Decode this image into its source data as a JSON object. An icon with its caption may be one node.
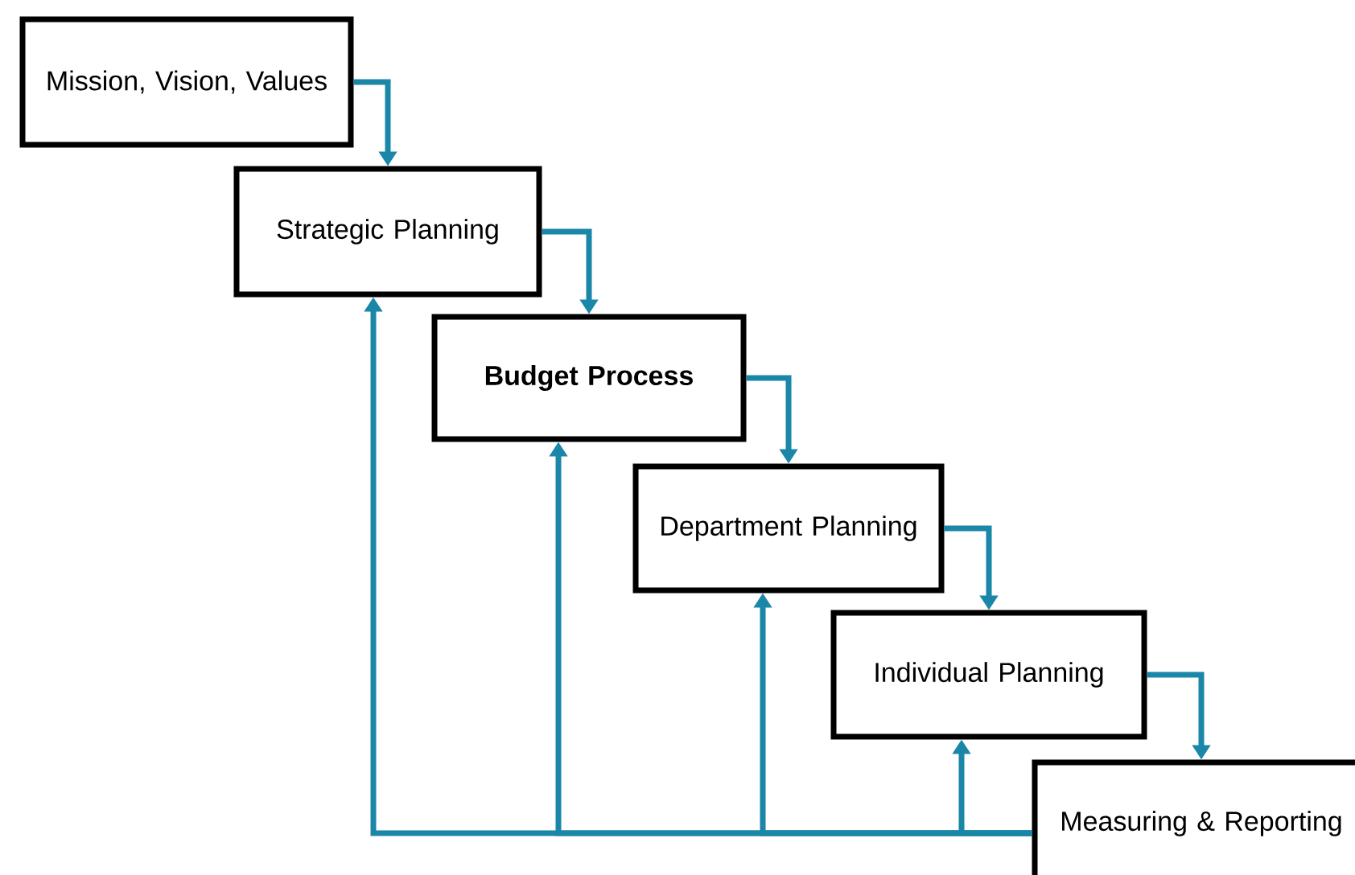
{
  "diagram": {
    "nodes": [
      {
        "text": [
          "Mission, Vision, Values"
        ]
      },
      {
        "text": [
          "Strategic Planning"
        ]
      },
      {
        "text": [
          "Budget Process"
        ]
      },
      {
        "text": [
          "Department Planning"
        ]
      },
      {
        "text": [
          "Individual Planning"
        ]
      },
      {
        "text": [
          "Measuring & Reporting"
        ]
      }
    ],
    "edges": [
      {
        "from": 0,
        "to": 1,
        "arrow": "to"
      },
      {
        "from": 1,
        "to": 2,
        "arrow": "to"
      },
      {
        "from": 2,
        "to": 3,
        "arrow": "to"
      },
      {
        "from": 3,
        "to": 4,
        "arrow": "to"
      },
      {
        "from": 4,
        "to": 5,
        "arrow": "to"
      },
      {
        "from": 5,
        "to": 1,
        "arrow": "to"
      },
      {
        "from": 5,
        "to": 2,
        "arrow": "to"
      },
      {
        "from": 5,
        "to": 3,
        "arrow": "to"
      },
      {
        "from": 5,
        "to": 4,
        "arrow": "to"
      }
    ]
  }
}
